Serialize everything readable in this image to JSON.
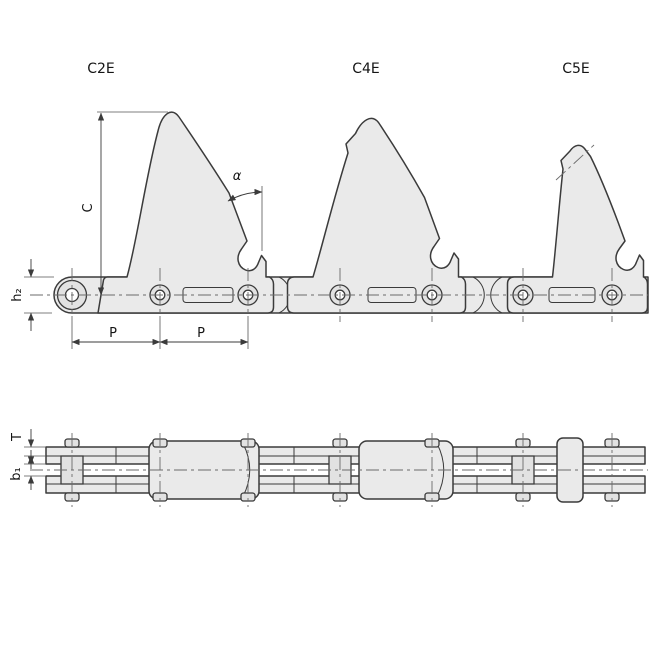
{
  "diagram": {
    "attachment_labels": [
      {
        "label": "C2E"
      },
      {
        "label": "C4E"
      },
      {
        "label": "C5E"
      }
    ],
    "dimensions": {
      "attachment_height": "C",
      "face_angle": "α",
      "link_plate_height": "h₂",
      "pitch_1": "P",
      "pitch_2": "P",
      "plate_thickness": "T",
      "inner_width": "b₁"
    },
    "colors": {
      "part_fill": "#eaeaea",
      "outline": "#3b3b3b",
      "dimension_lines": "#555555",
      "centerline": "#6b6b6b",
      "background": "#ffffff"
    }
  }
}
